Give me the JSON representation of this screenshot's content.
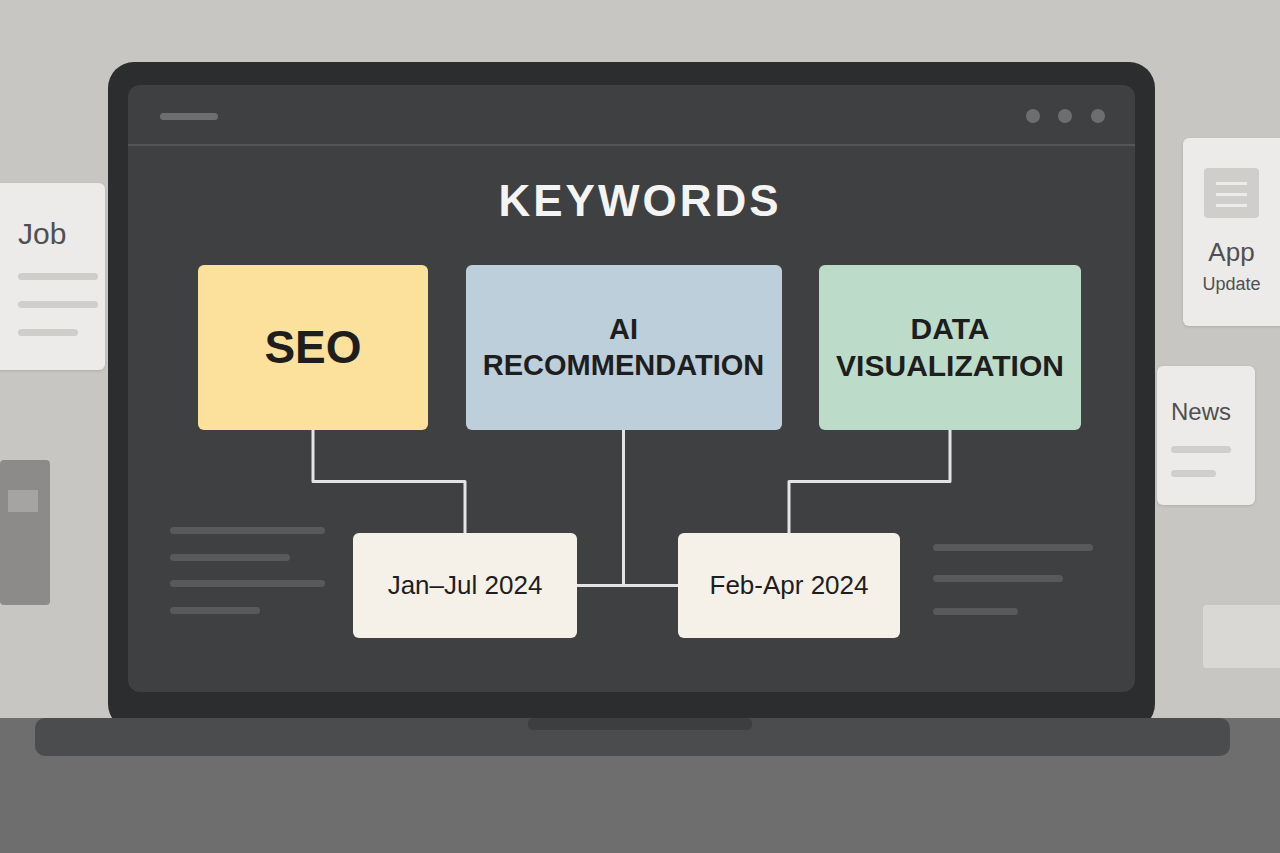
{
  "diagram": {
    "title": "KEYWORDS",
    "nodes": [
      {
        "text": [
          "SEO"
        ]
      },
      {
        "text": [
          "AI RECOMMENDATION"
        ]
      },
      {
        "text": [
          "DATA VISUALIZATION"
        ]
      },
      {
        "text": [
          "Jan–Jul 2024"
        ]
      },
      {
        "text": [
          "Feb-Apr 2024"
        ]
      },
      {
        "text": [
          "Job"
        ]
      },
      {
        "text": [
          "App",
          "Update"
        ]
      },
      {
        "text": [
          "News"
        ]
      }
    ],
    "edges": [
      {
        "from": 0,
        "to": 3,
        "arrow": "none"
      },
      {
        "from": 1,
        "to": 3,
        "arrow": "none"
      },
      {
        "from": 1,
        "to": 4,
        "arrow": "none"
      },
      {
        "from": 2,
        "to": 4,
        "arrow": "none"
      }
    ]
  }
}
